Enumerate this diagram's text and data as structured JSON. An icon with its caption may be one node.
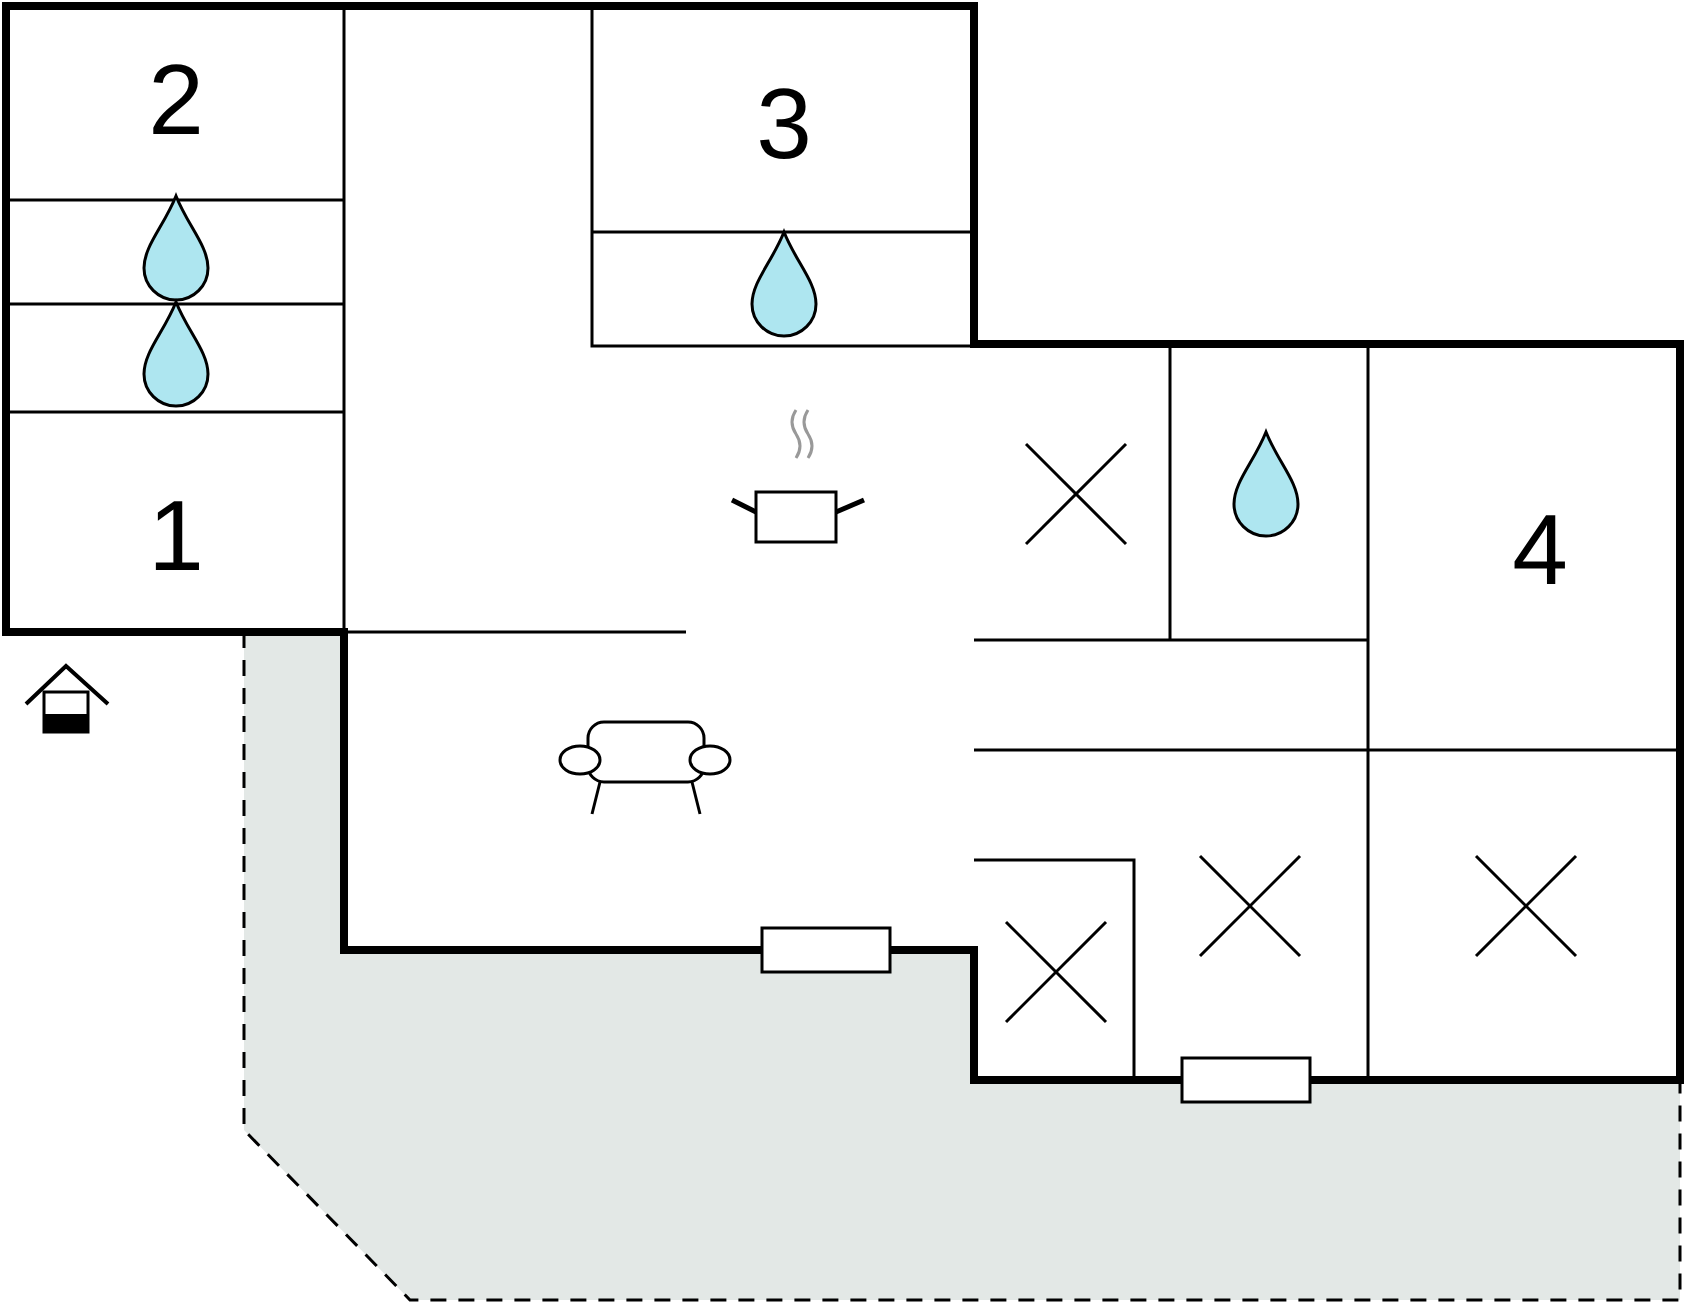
{
  "diagram": {
    "labels": [
      "2",
      "3",
      "1",
      "4"
    ]
  }
}
